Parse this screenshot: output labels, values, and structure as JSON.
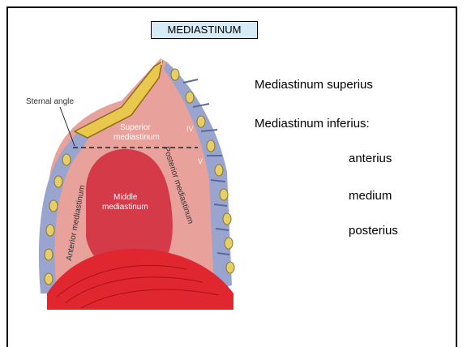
{
  "slide": {
    "title": "MEDIASTINUM",
    "lines": [
      "Mediastinum superius",
      "Mediastinum inferius:",
      "anterius",
      "medium",
      "posterius"
    ]
  },
  "diagram": {
    "labels": {
      "sternal_angle": "Sternal angle",
      "superior_1": "Superior",
      "superior_2": "mediastinum",
      "middle_1": "Middle",
      "middle_2": "mediastinum",
      "anterior": "Anterior mediastinum",
      "posterior": "Posterior mediastinum",
      "rib_1": "I",
      "rib_4": "IV",
      "rib_5": "V"
    }
  }
}
